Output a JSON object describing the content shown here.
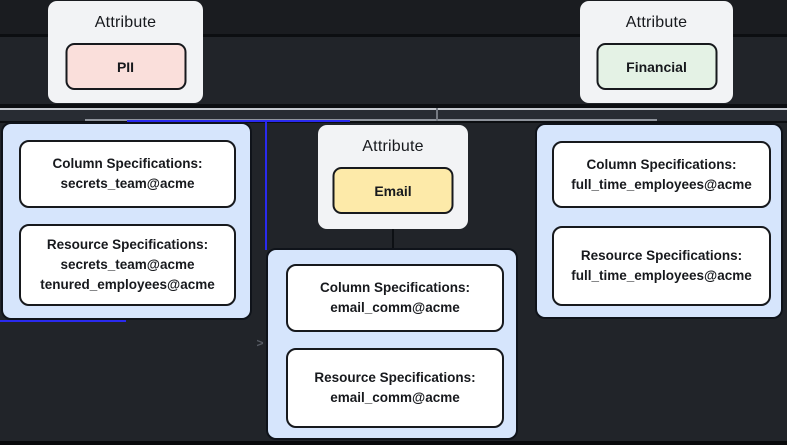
{
  "diagram": {
    "attribute_nodes": [
      {
        "title": "Attribute",
        "label": "PII",
        "chip_color": "#fadfdb"
      },
      {
        "title": "Attribute",
        "label": "Email",
        "chip_color": "#fdeaa9"
      },
      {
        "title": "Attribute",
        "label": "Financial",
        "chip_color": "#e4f2e5"
      }
    ],
    "spec_groups": [
      {
        "id": "pii",
        "column": [
          "Column Specifications:",
          "secrets_team@acme"
        ],
        "resource": [
          "Resource Specifications:",
          "secrets_team@acme",
          "tenured_employees@acme"
        ]
      },
      {
        "id": "email",
        "column": [
          "Column Specifications:",
          "email_comm@acme"
        ],
        "resource": [
          "Resource Specifications:",
          "email_comm@acme"
        ]
      },
      {
        "id": "financial",
        "column": [
          "Column Specifications:",
          "full_time_employees@acme"
        ],
        "resource": [
          "Resource Specifications:",
          "full_time_employees@acme"
        ]
      }
    ],
    "chevron": ">",
    "colors": {
      "canvas_bg": "#212429",
      "card_bg": "#f2f3f5",
      "group_bg": "#d6e5fc",
      "spec_bg": "#ffffff",
      "edge_gray": "#c6cad0",
      "edge_blue": "#2a2aee",
      "text": "#17191d"
    }
  }
}
